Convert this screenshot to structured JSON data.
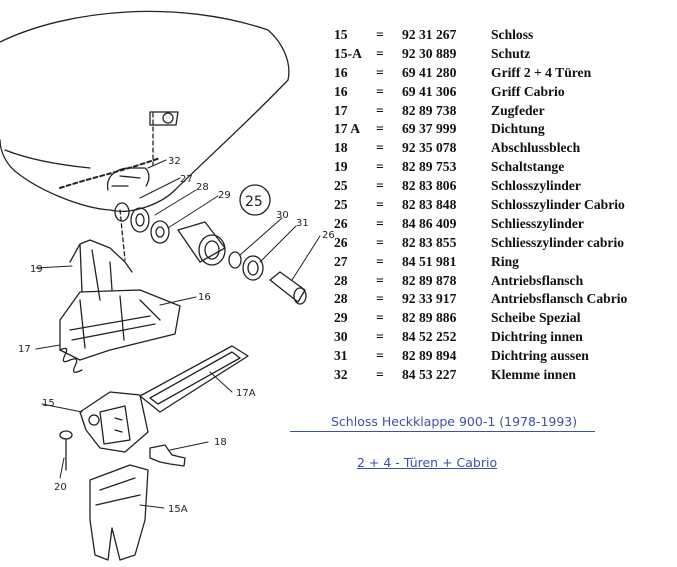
{
  "parts_table": [
    {
      "no": "15",
      "num": "92 31 267",
      "desc": "Schloss"
    },
    {
      "no": "15-A",
      "num": "92 30 889",
      "desc": "Schutz"
    },
    {
      "no": "16",
      "num": "69 41 280",
      "desc": "Griff  2 + 4 Türen"
    },
    {
      "no": "16",
      "num": "69 41 306",
      "desc": "Griff  Cabrio"
    },
    {
      "no": "17",
      "num": "82 89 738",
      "desc": "Zugfeder"
    },
    {
      "no": "17 A",
      "num": "69 37 999",
      "desc": "Dichtung"
    },
    {
      "no": "18",
      "num": "92 35 078",
      "desc": "Abschlussblech"
    },
    {
      "no": "19",
      "num": "82 89 753",
      "desc": "Schaltstange"
    },
    {
      "no": "25",
      "num": "82 83 806",
      "desc": "Schlosszylinder"
    },
    {
      "no": "25",
      "num": "82 83 848",
      "desc": "Schlosszylinder Cabrio"
    },
    {
      "no": "26",
      "num": "84 86 409",
      "desc": "Schliesszylinder"
    },
    {
      "no": "26",
      "num": "82 83 855",
      "desc": "Schliesszylinder cabrio"
    },
    {
      "no": "27",
      "num": "84 51 981",
      "desc": "Ring"
    },
    {
      "no": "28",
      "num": "82 89 878",
      "desc": "Antriebsflansch"
    },
    {
      "no": "28",
      "num": "92 33 917",
      "desc": "Antriebsflansch  Cabrio"
    },
    {
      "no": "29",
      "num": "82 89 886",
      "desc": "Scheibe Spezial"
    },
    {
      "no": "30",
      "num": "84 52 252",
      "desc": "Dichtring innen"
    },
    {
      "no": "31",
      "num": "82 89 894",
      "desc": "Dichtring aussen"
    },
    {
      "no": "32",
      "num": "84 53 227",
      "desc": "Klemme innen"
    }
  ],
  "equals_sign": "=",
  "caption": {
    "title": "Schloss Heckklappe  900-1  (1978-1993)",
    "subtitle": "2 + 4 - Türen  + Cabrio"
  },
  "callouts": {
    "c32": "32",
    "c27": "27",
    "c28": "28",
    "c29": "29",
    "c25": "25",
    "c30": "30",
    "c31": "31",
    "c26": "26",
    "c19": "19",
    "c16": "16",
    "c17": "17",
    "c17a": "17A",
    "c15": "15",
    "c18": "18",
    "c20": "20",
    "c15a": "15A"
  }
}
